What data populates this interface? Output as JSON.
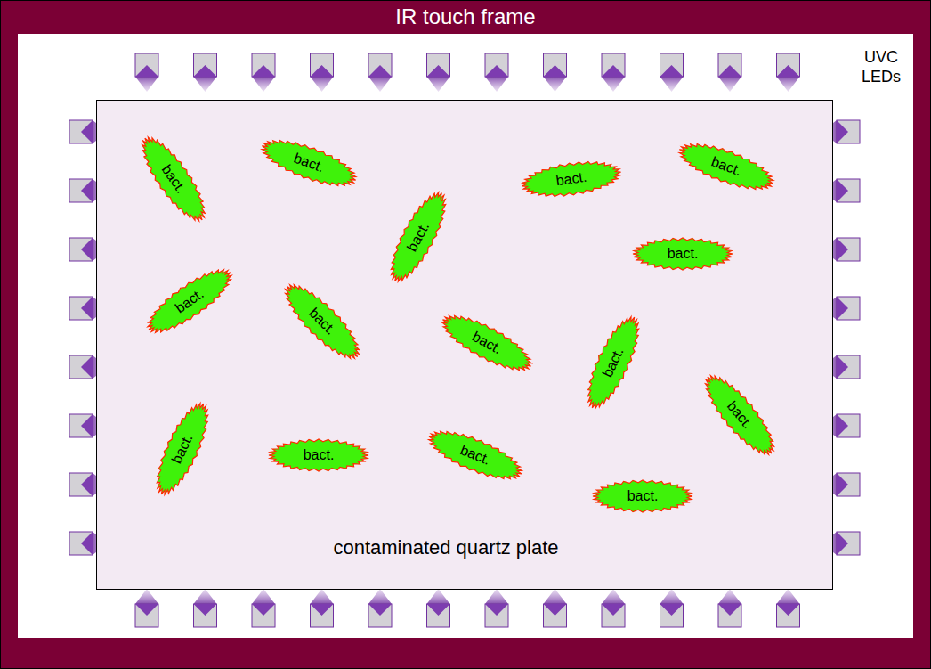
{
  "diagram": {
    "nodes": [
      {
        "text": [
          "IR touch frame"
        ]
      },
      {
        "text": [
          "contaminated quartz plate"
        ],
        "in": 0
      },
      {
        "text": [
          "bact."
        ],
        "in": 1
      },
      {
        "text": [
          "bact."
        ],
        "in": 1
      },
      {
        "text": [
          "bact."
        ],
        "in": 1
      },
      {
        "text": [
          "bact."
        ],
        "in": 1
      },
      {
        "text": [
          "bact."
        ],
        "in": 1
      },
      {
        "text": [
          "bact."
        ],
        "in": 1
      },
      {
        "text": [
          "bact."
        ],
        "in": 1
      },
      {
        "text": [
          "bact."
        ],
        "in": 1
      },
      {
        "text": [
          "bact."
        ],
        "in": 1
      },
      {
        "text": [
          "bact."
        ],
        "in": 1
      },
      {
        "text": [
          "bact."
        ],
        "in": 1
      },
      {
        "text": [
          "bact."
        ],
        "in": 1
      },
      {
        "text": [
          "bact."
        ],
        "in": 1
      },
      {
        "text": [
          "bact."
        ],
        "in": 1
      },
      {
        "text": [
          "bact."
        ],
        "in": 1
      }
    ],
    "labels": [
      "UVC LEDs"
    ]
  }
}
